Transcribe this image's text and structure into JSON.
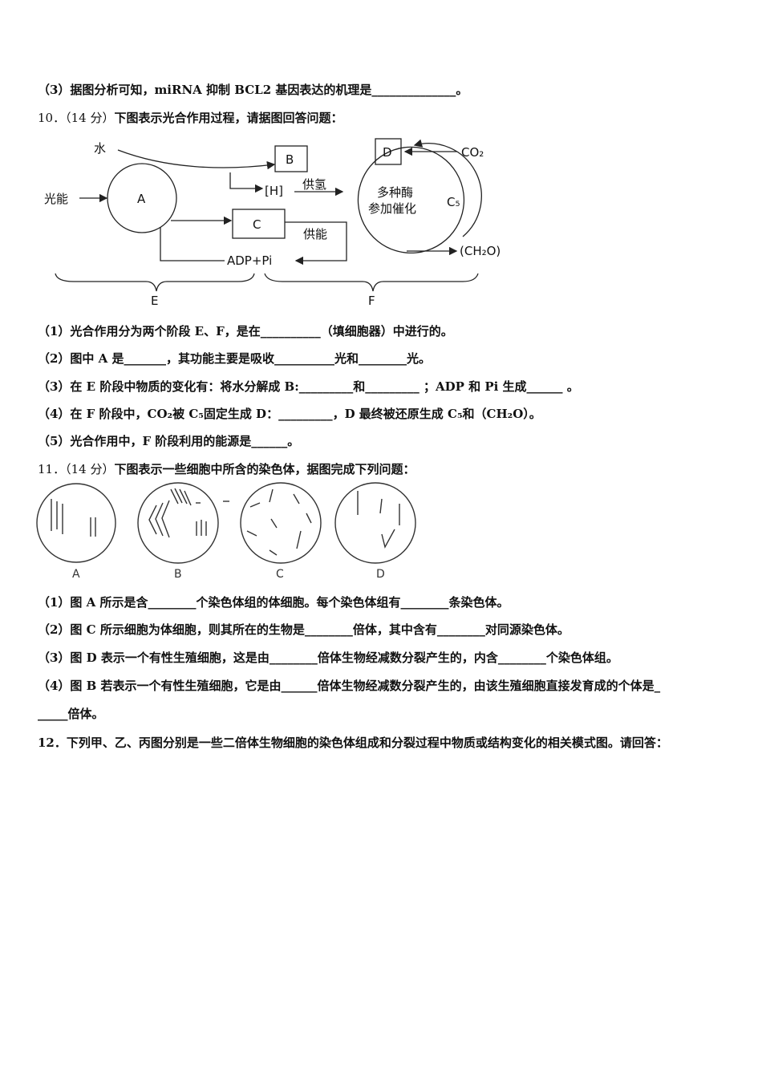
{
  "q9_part3": "（3）据图分析可知，miRNA 抑制 BCL2 基因表达的机理是______________。",
  "q10": {
    "number": "10．",
    "score": "（14 分）",
    "stem": "下图表示光合作用过程，请据图回答问题：",
    "diagram": {
      "water": "水",
      "light": "光能",
      "A": "A",
      "B": "B",
      "H": "[H]",
      "supply_h": "供氢",
      "C": "C",
      "supply_energy": "供能",
      "adp": "ADP+Pi",
      "D": "D",
      "co2": "CO₂",
      "c5": "C₅",
      "enzyme_line1": "多种酶",
      "enzyme_line2": "参加催化",
      "ch2o": "(CH₂O)",
      "E": "E",
      "F": "F"
    },
    "parts": [
      "（1）光合作用分为两个阶段 E、F，是在__________（填细胞器）中进行的。",
      "（2）图中 A 是_______，其功能主要是吸收__________光和________光。",
      "（3）在 E 阶段中物质的变化有：将水分解成 B:_________和_________ ；ADP 和 Pi 生成______ 。",
      "（4）在 F 阶段中，CO₂被 C₅固定生成 D：_________，D 最终被还原生成 C₅和（CH₂O）。",
      "（5）光合作用中，F 阶段利用的能源是______。"
    ]
  },
  "q11": {
    "number": "11．",
    "score": "（14 分）",
    "stem": "下图表示一些细胞中所含的染色体，据图完成下列问题：",
    "cells": [
      "A",
      "B",
      "C",
      "D"
    ],
    "parts": [
      "（1）图 A 所示是含________个染色体组的体细胞。每个染色体组有________条染色体。",
      "（2）图 C 所示细胞为体细胞，则其所在的生物是________倍体，其中含有________对同源染色体。",
      "（3）图 D 表示一个有性生殖细胞，这是由________倍体生物经减数分裂产生的，内含________个染色体组。",
      "（4）图 B 若表示一个有性生殖细胞，它是由______倍体生物经减数分裂产生的，由该生殖细胞直接发育成的个体是_",
      "_____倍体。"
    ]
  },
  "q12": "12．下列甲、乙、丙图分别是一些二倍体生物细胞的染色体组成和分裂过程中物质或结构变化的相关模式图。请回答："
}
